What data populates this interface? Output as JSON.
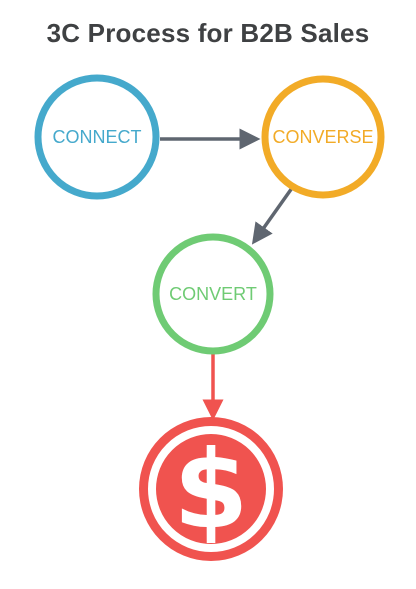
{
  "title": "3C Process for B2B Sales",
  "nodes": {
    "connect": {
      "label": "CONNECT",
      "color": "#45a9cc"
    },
    "converse": {
      "label": "CONVERSE",
      "color": "#f2ab27"
    },
    "convert": {
      "label": "CONVERT",
      "color": "#6fcb74"
    },
    "dollar": {
      "label": "$",
      "color": "#f0534f",
      "icon": "dollar-icon"
    }
  },
  "colors": {
    "title": "#3f4143",
    "arrow_gray": "#5f6670",
    "arrow_red": "#f0534f"
  }
}
